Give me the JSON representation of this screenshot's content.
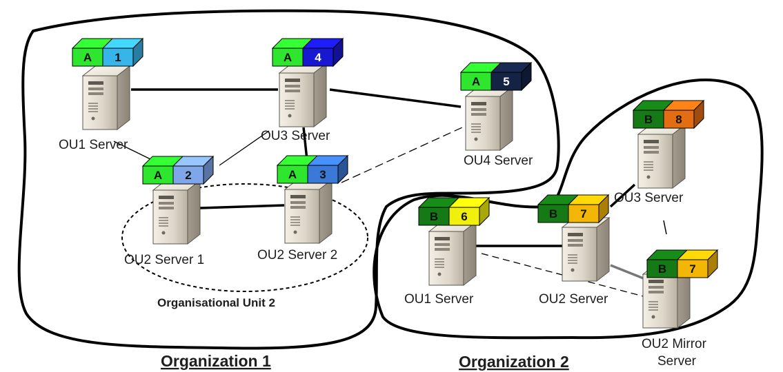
{
  "colors": {
    "tag_green_light": "#2ee62e",
    "tag_green_dark": "#157a15",
    "cube_1": "#37b4e8",
    "cube_2": "#7fa6e8",
    "cube_3": "#3b79d6",
    "cube_4": "#1818d0",
    "cube_5": "#142244",
    "cube_6": "#f0f00c",
    "cube_7": "#f4b606",
    "cube_8": "#e36d12"
  },
  "org1": {
    "title": "Organization 1",
    "unit_title": "Organisational Unit 2",
    "servers": {
      "ou1": {
        "label": "OU1 Server",
        "group": "A",
        "id": "1"
      },
      "ou3": {
        "label": "OU3 Server",
        "group": "A",
        "id": "4"
      },
      "ou4": {
        "label": "OU4 Server",
        "group": "A",
        "id": "5"
      },
      "ou2a": {
        "label": "OU2 Server 1",
        "group": "A",
        "id": "2"
      },
      "ou2b": {
        "label": "OU2 Server 2",
        "group": "A",
        "id": "3"
      }
    }
  },
  "org2": {
    "title": "Organization 2",
    "servers": {
      "ou1": {
        "label": "OU1 Server",
        "group": "B",
        "id": "6"
      },
      "ou2": {
        "label": "OU2 Server",
        "group": "B",
        "id": "7"
      },
      "ou3": {
        "label": "OU3 Server",
        "group": "B",
        "id": "8"
      },
      "mirror": {
        "label_line1": "OU2 Mirror",
        "label_line2": "Server",
        "group": "B",
        "id": "7"
      }
    }
  }
}
